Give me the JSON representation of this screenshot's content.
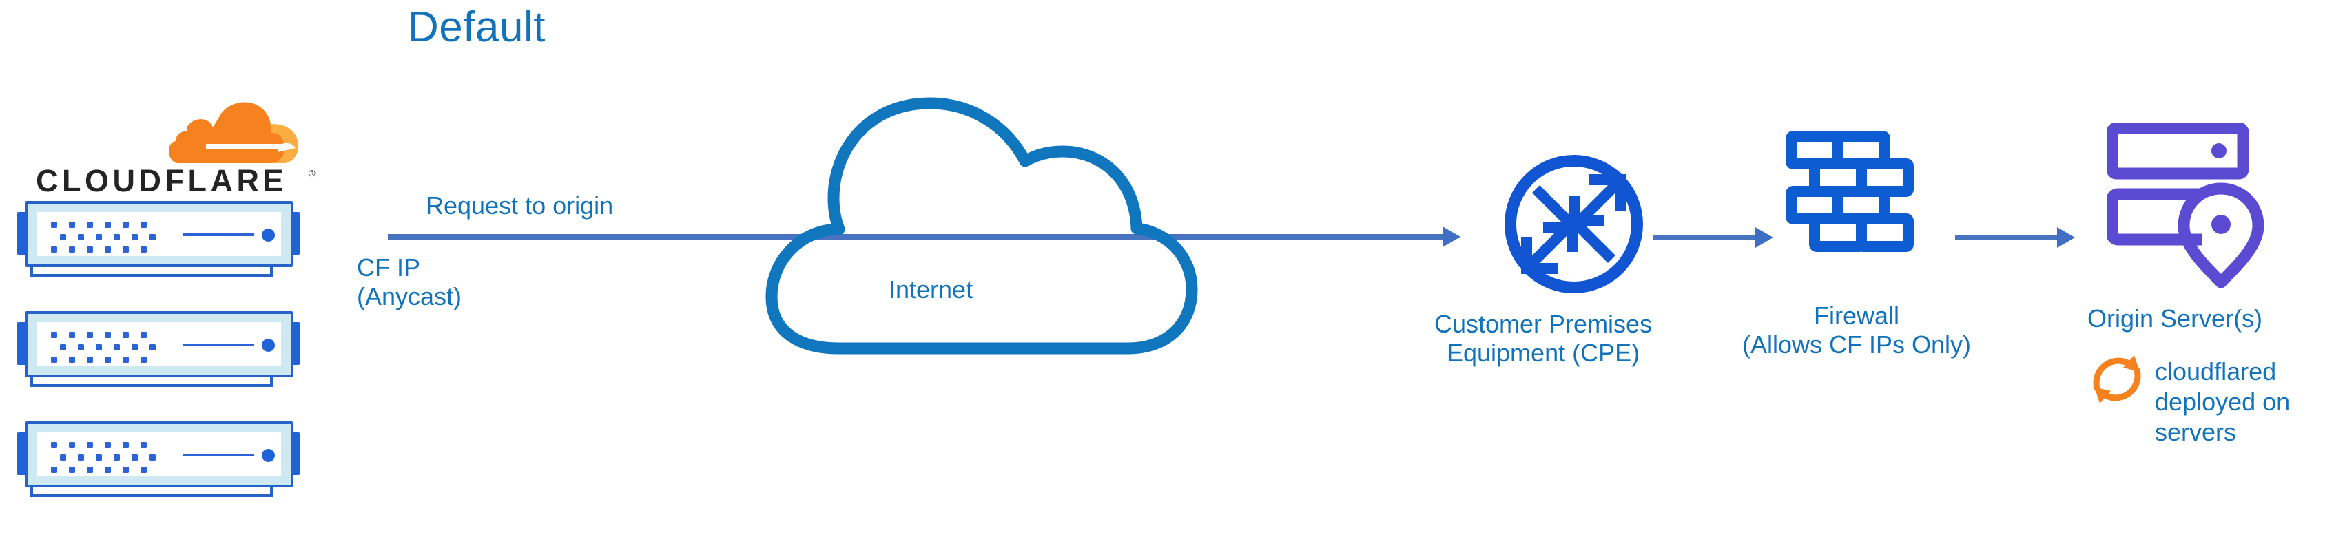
{
  "diagram": {
    "title": "Default",
    "type": "network-architecture-diagram",
    "accent_blue": "#1272BA",
    "node_blue": "#1155D3",
    "arrow_blue": "#4773C0",
    "origin_purple": "#5B4BD2",
    "cloudflare_orange": "#F6821F",
    "cloudflare_orange_light": "#FBAD41",
    "wordmark_dark": "#242424",
    "background": "#FFFFFF"
  },
  "brand": {
    "wordmark": "CLOUDFLARE",
    "registered_mark": "®",
    "logo_icon": "cloudflare-cloud-logo"
  },
  "servers": {
    "count": 3,
    "icon": "rack-server-icon",
    "items": [
      {
        "index": 1
      },
      {
        "index": 2
      },
      {
        "index": 3
      }
    ]
  },
  "labels": {
    "request_to_origin": "Request to origin",
    "cf_ip_line1": "CF IP",
    "cf_ip_line2": "(Anycast)",
    "internet": "Internet",
    "cpe_line1": "Customer Premises",
    "cpe_line2": "Equipment (CPE)",
    "firewall_line1": "Firewall",
    "firewall_line2": "(Allows CF IPs Only)",
    "origin_server": "Origin Server(s)",
    "cloudflared_line1": "cloudflared",
    "cloudflared_line2": "deployed on",
    "cloudflared_line3": "servers"
  },
  "nodes": [
    {
      "id": "cloudflare-edge",
      "label": "CLOUDFLARE",
      "icon": "rack-server-icon"
    },
    {
      "id": "internet",
      "label": "Internet",
      "icon": "cloud-icon"
    },
    {
      "id": "cpe",
      "label": "Customer Premises Equipment (CPE)",
      "icon": "router-icon"
    },
    {
      "id": "firewall",
      "label": "Firewall (Allows CF IPs Only)",
      "icon": "brick-wall-icon"
    },
    {
      "id": "origin",
      "label": "Origin Server(s)",
      "icon": "origin-server-pin-icon"
    }
  ],
  "connections": [
    {
      "from": "cloudflare-edge",
      "to": "cpe",
      "label": "Request to origin",
      "sublabel": "CF IP (Anycast)",
      "passes_through": "internet"
    },
    {
      "from": "cpe",
      "to": "firewall",
      "label": ""
    },
    {
      "from": "firewall",
      "to": "origin",
      "label": ""
    }
  ],
  "annotations": [
    {
      "icon": "sync-refresh-icon",
      "color": "#F6821F",
      "text": "cloudflared deployed on servers",
      "attached_to": "origin"
    }
  ]
}
